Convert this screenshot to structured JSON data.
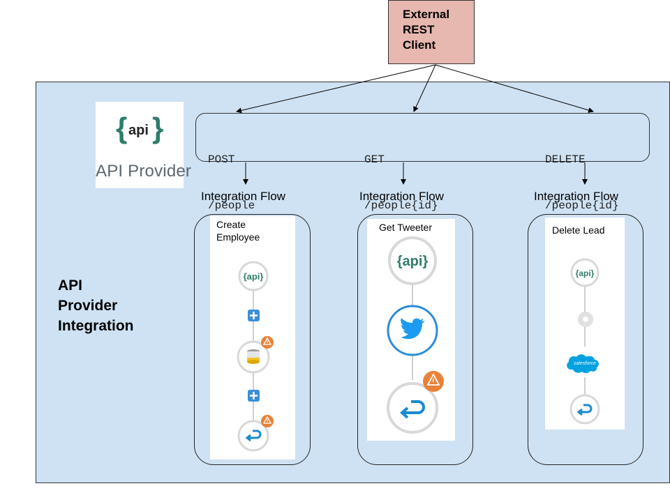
{
  "client": {
    "line1": "External",
    "line2": "REST",
    "line3": "Client",
    "color": "#e6b8af"
  },
  "provider": {
    "logo_word": "api",
    "label": "API Provider"
  },
  "endpoints": [
    {
      "method": "POST",
      "path": "/people"
    },
    {
      "method": "GET",
      "path": "/people{id}"
    },
    {
      "method": "DELETE",
      "path": "/people{id}"
    }
  ],
  "flows": [
    {
      "label": "Integration Flow",
      "name_line1": "Create",
      "name_line2": "Employee",
      "steps": [
        "api-icon",
        "add-step-icon",
        "database-icon",
        "add-step-icon",
        "return-icon"
      ]
    },
    {
      "label": "Integration Flow",
      "name_line1": "Get Tweeter",
      "steps": [
        "api-icon",
        "twitter-icon",
        "return-icon"
      ]
    },
    {
      "label": "Integration Flow",
      "name_line1": "Delete Lead",
      "steps": [
        "api-icon",
        "empty-step-icon",
        "salesforce-icon",
        "return-icon"
      ]
    }
  ],
  "integration": {
    "line1": "API",
    "line2": "Provider",
    "line3": "Integration"
  },
  "colors": {
    "panel": "#cfe2f3",
    "api_green": "#2e7d6b",
    "plus_blue": "#3b8fd6",
    "warning": "#e8823a",
    "twitter": "#1d9bf0",
    "salesforce": "#00a1e0"
  }
}
